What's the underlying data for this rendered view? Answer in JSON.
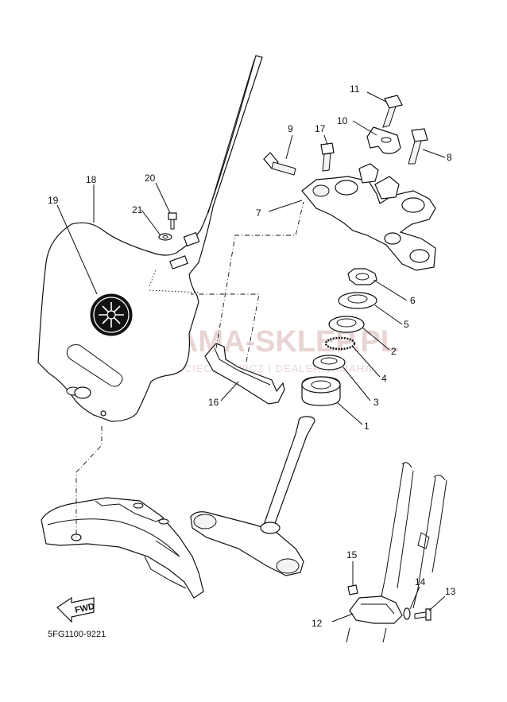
{
  "diagram": {
    "diagram_code": "5FG1100-9221",
    "fwd_label": "FWD",
    "watermark": {
      "brand": "YAMA-SKLEP.PL",
      "tagline": "WOJCIECH ...WICZ | DEALER YAMAHA"
    },
    "callouts": [
      "1",
      "2",
      "3",
      "4",
      "5",
      "6",
      "7",
      "8",
      "9",
      "10",
      "11",
      "12",
      "13",
      "14",
      "15",
      "16",
      "17",
      "18",
      "19",
      "20",
      "21"
    ]
  }
}
